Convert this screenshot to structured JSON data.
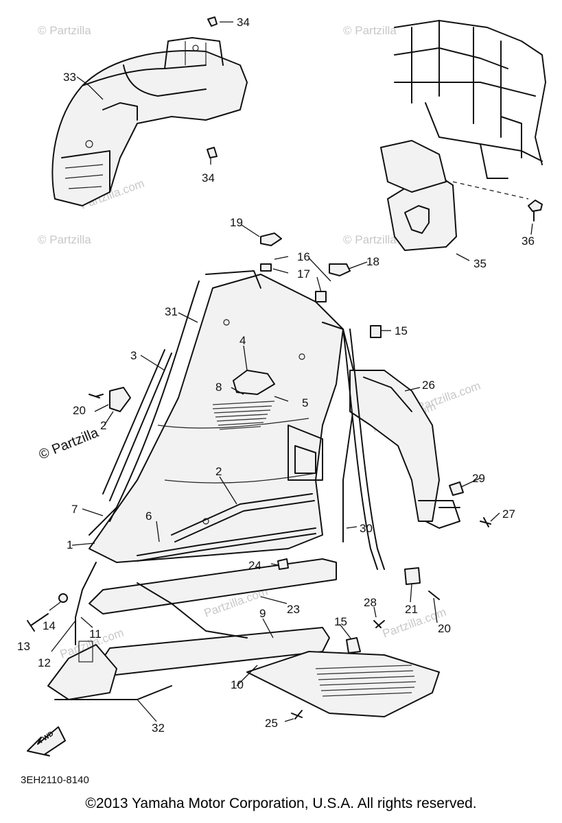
{
  "diagram": {
    "reference_code": "3EH2110-8140",
    "fwd_label": "FWD",
    "watermarks": [
      "© Partzilla",
      "© Partzilla",
      "Partzilla.com",
      "© Partzilla",
      "© Partzilla",
      "Partzilla.com",
      "Partzilla.com",
      "Partzilla.com",
      "Partzilla.com",
      "Partzilla.com"
    ],
    "watermark_main": "© Partzilla",
    "callouts": [
      "1",
      "2",
      "2",
      "3",
      "4",
      "5",
      "6",
      "7",
      "8",
      "9",
      "10",
      "11",
      "12",
      "13",
      "14",
      "15",
      "15",
      "16",
      "17",
      "18",
      "19",
      "20",
      "20",
      "21",
      "23",
      "24",
      "25",
      "26",
      "27",
      "28",
      "29",
      "30",
      "31",
      "32",
      "33",
      "34",
      "34",
      "35",
      "36"
    ]
  },
  "footer": {
    "copyright": "©2013 Yamaha Motor Corporation, U.S.A. All rights reserved."
  }
}
